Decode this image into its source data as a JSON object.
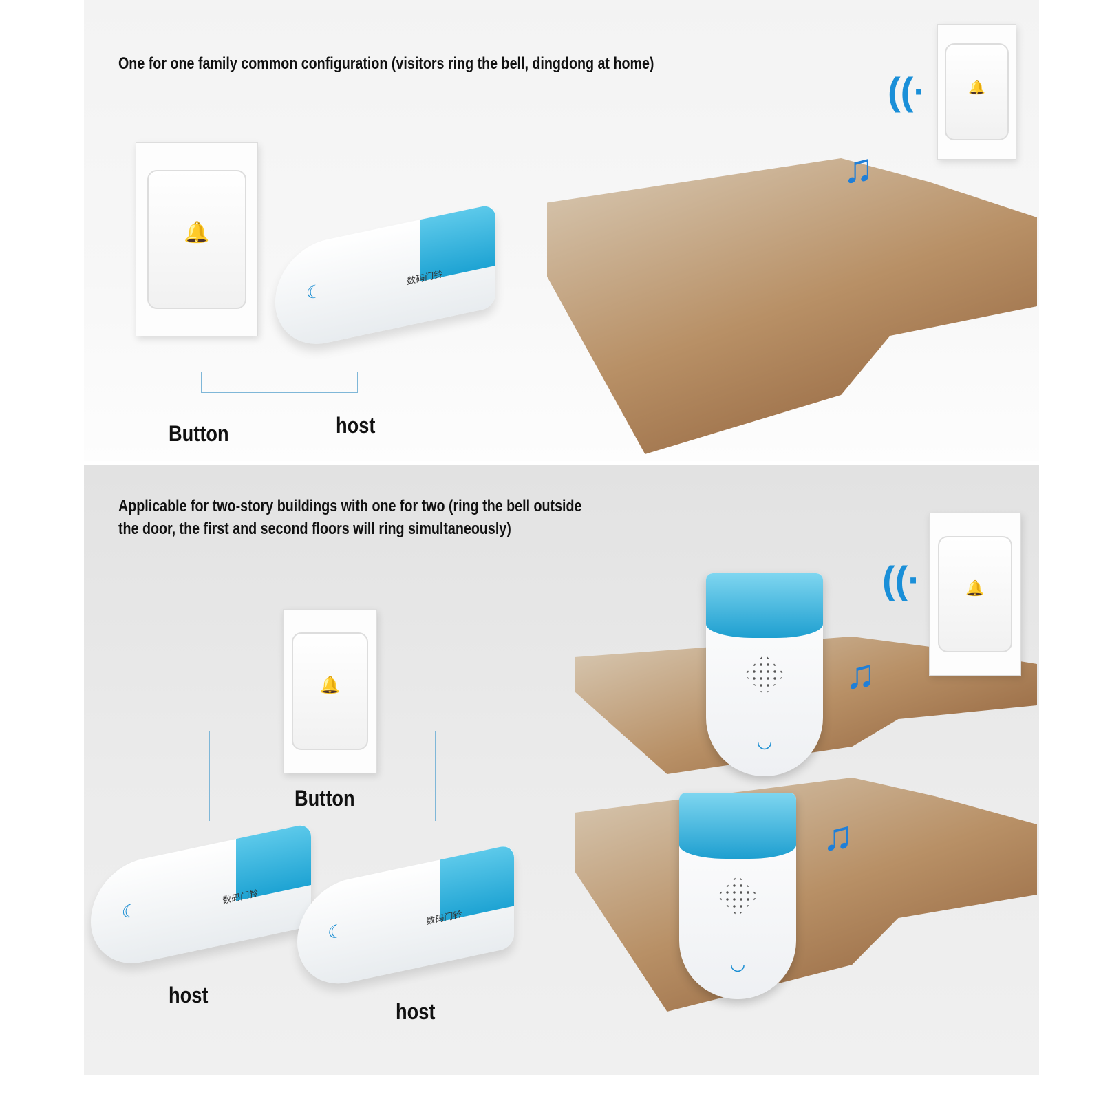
{
  "top_section": {
    "heading": "One for one family common configuration (visitors ring the bell, dingdong at home)",
    "button_label": "Button",
    "host_label": "host"
  },
  "bottom_section": {
    "heading_line1": "Applicable for two-story buildings with one for two (ring the bell outside",
    "heading_line2": "the door, the first and second floors will ring simultaneously)",
    "button_label": "Button",
    "host_label_left": "host",
    "host_label_right": "host"
  },
  "product": {
    "host_tag": "数码门铃",
    "accent_color": "#1ea3d3"
  },
  "icons": [
    "bell-icon",
    "wifi-signal-icon",
    "music-note-icon",
    "moon-icon"
  ]
}
